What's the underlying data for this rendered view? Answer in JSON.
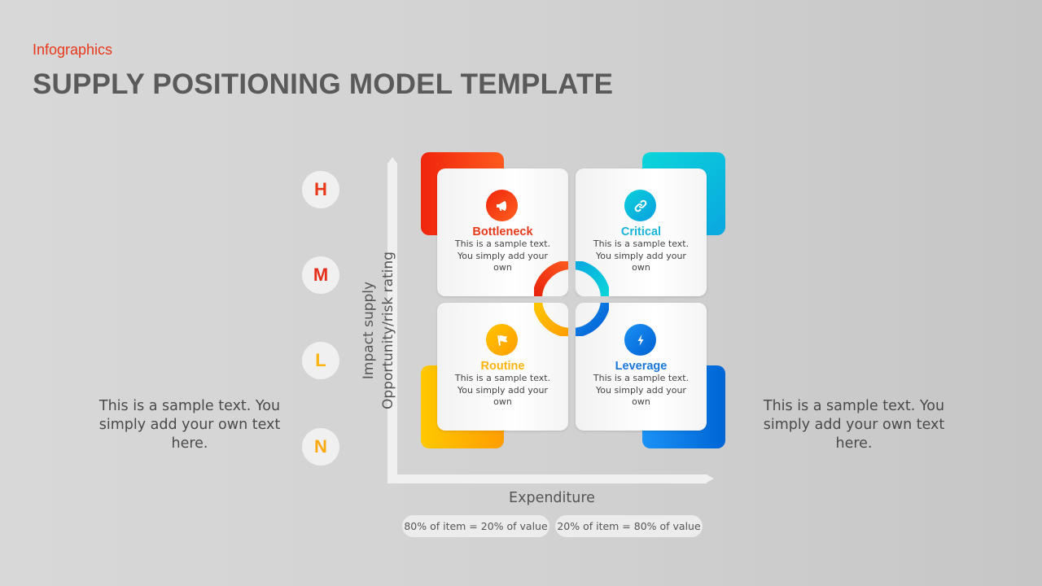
{
  "header": {
    "subtitle": "Infographics",
    "title": "SUPPLY POSITIONING MODEL TEMPLATE"
  },
  "side_texts": {
    "left": "This is a sample text. You simply add your own text here.",
    "right": "This is a sample text. You simply add your own text here."
  },
  "levels": [
    {
      "label": "H",
      "color": "#e8391b"
    },
    {
      "label": "M",
      "color": "#e8391b"
    },
    {
      "label": "L",
      "color": "#fbb40f"
    },
    {
      "label": "N",
      "color": "#fba90f"
    }
  ],
  "axes": {
    "y_label_line1": "Impact supply",
    "y_label_line2": "Opportunity/risk rating",
    "x_label": "Expenditure",
    "x_notes": [
      "80% of item = 20% of value",
      "20% of item = 80% of value"
    ]
  },
  "quadrants": [
    {
      "name": "Bottleneck",
      "desc": "This is a sample text.  You simply add your own",
      "icon": "megaphone-icon",
      "color": "#e8391b"
    },
    {
      "name": "Critical",
      "desc": "This is a sample text.  You simply add your own",
      "icon": "link-icon",
      "color": "#18b4d8"
    },
    {
      "name": "Routine",
      "desc": "This is a sample text.  You simply add your own",
      "icon": "flag-icon",
      "color": "#fbb40f"
    },
    {
      "name": "Leverage",
      "desc": "This is a sample text.  You simply add your own",
      "icon": "lightning-icon",
      "color": "#1a76d8"
    }
  ],
  "colors": {
    "red": "#f0250c",
    "cyan": "#0abfdc",
    "yellow": "#ffb400",
    "blue": "#1078e0"
  }
}
